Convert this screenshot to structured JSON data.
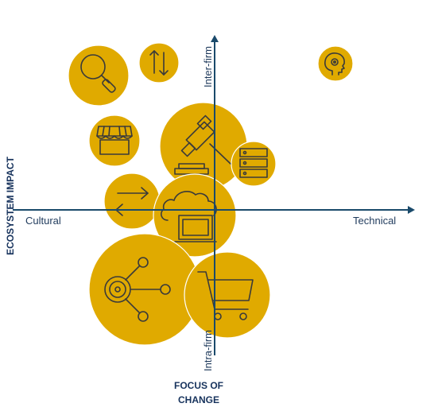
{
  "axes": {
    "left_label": "Cultural",
    "right_label": "Technical",
    "top_label": "Inter-firm",
    "bottom_label": "Intra-firm",
    "vertical_title": "ECOSYSTEM IMPACT",
    "horizontal_title_line1": "FOCUS OF",
    "horizontal_title_line2": "CHANGE"
  },
  "colors": {
    "bubble": "#e0aa00",
    "axis": "#1a4a6b",
    "icon": "#3a3a3a",
    "title": "#16325c"
  },
  "bubbles": [
    {
      "icon": "magnifier-icon"
    },
    {
      "icon": "up-down-arrows-icon"
    },
    {
      "icon": "head-gear-icon"
    },
    {
      "icon": "storefront-icon"
    },
    {
      "icon": "gavel-icon"
    },
    {
      "icon": "server-icon"
    },
    {
      "icon": "exchange-arrows-icon"
    },
    {
      "icon": "cloud-laptop-icon"
    },
    {
      "icon": "network-hub-icon"
    },
    {
      "icon": "shopping-cart-icon"
    }
  ]
}
